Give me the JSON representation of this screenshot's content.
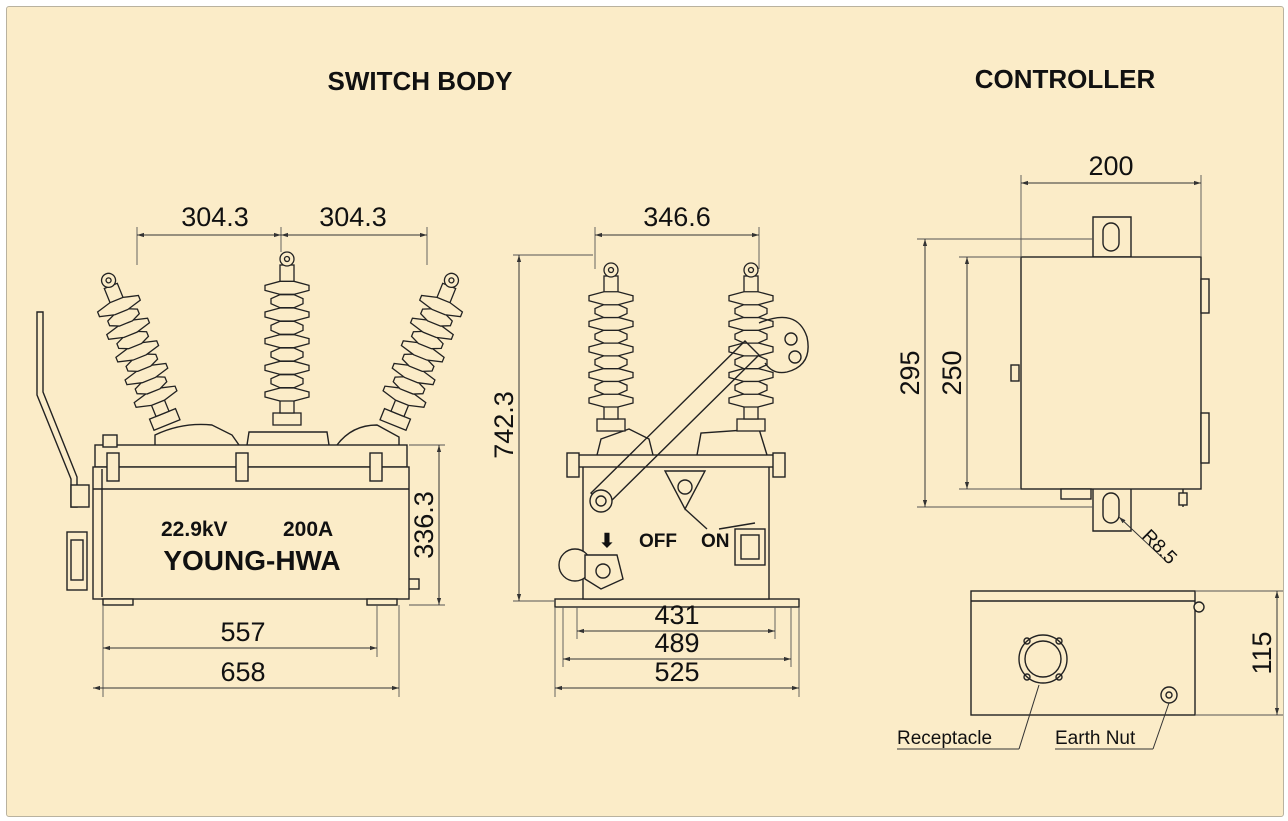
{
  "titles": {
    "switch_body": "SWITCH BODY",
    "controller": "CONTROLLER"
  },
  "switch_front": {
    "rating_voltage": "22.9kV",
    "rating_current": "200A",
    "maker": "YOUNG-HWA",
    "dims": {
      "spacing_left": "304.3",
      "spacing_right": "304.3",
      "height_body": "336.3",
      "base_inner": "557",
      "base_outer": "658"
    }
  },
  "switch_side": {
    "off_label": "OFF",
    "on_label": "ON",
    "dims": {
      "bushing_spacing": "346.6",
      "overall_height": "742.3",
      "base_431": "431",
      "base_489": "489",
      "base_525": "525"
    }
  },
  "controller_front": {
    "dims": {
      "width": "200",
      "overall_height": "295",
      "box_height": "250",
      "slot_radius": "R8.5"
    }
  },
  "controller_bottom": {
    "dims": {
      "depth": "115"
    },
    "labels": {
      "receptacle": "Receptacle",
      "earth_nut": "Earth Nut"
    }
  },
  "colors": {
    "background": "#fbecc8",
    "frame_border": "#b9b29f",
    "line": "#222222"
  }
}
